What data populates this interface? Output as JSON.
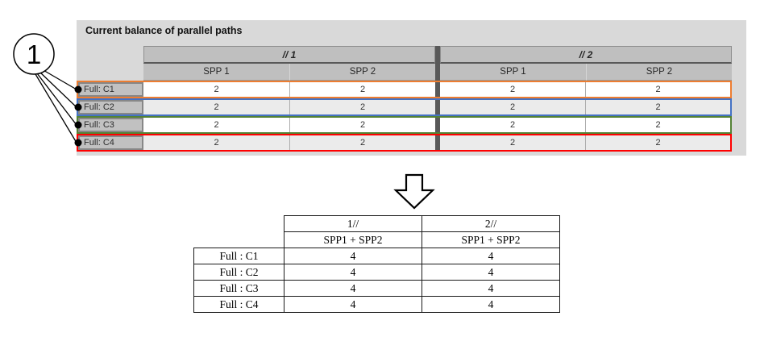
{
  "figure": {
    "callout": {
      "label": "1"
    },
    "source_table": {
      "title": "Current balance of parallel paths",
      "groups": [
        {
          "label": "// 1",
          "sub": [
            "SPP 1",
            "SPP 2"
          ]
        },
        {
          "label": "// 2",
          "sub": [
            "SPP 1",
            "SPP 2"
          ]
        }
      ],
      "rows": [
        {
          "label": "Full: C1",
          "values": [
            "2",
            "2",
            "2",
            "2"
          ],
          "highlight": "#ED7D31"
        },
        {
          "label": "Full: C2",
          "values": [
            "2",
            "2",
            "2",
            "2"
          ],
          "highlight": "#4472C4"
        },
        {
          "label": "Full: C3",
          "values": [
            "2",
            "2",
            "2",
            "2"
          ],
          "highlight": "#548235"
        },
        {
          "label": "Full: C4",
          "values": [
            "2",
            "2",
            "2",
            "2"
          ],
          "highlight": "#FF0000"
        }
      ]
    },
    "result_table": {
      "col_headers": [
        "1//",
        "2//"
      ],
      "sub_headers": [
        "SPP1 + SPP2",
        "SPP1 + SPP2"
      ],
      "rows": [
        {
          "label": "Full : C1",
          "values": [
            "4",
            "4"
          ]
        },
        {
          "label": "Full : C2",
          "values": [
            "4",
            "4"
          ]
        },
        {
          "label": "Full : C3",
          "values": [
            "4",
            "4"
          ]
        },
        {
          "label": "Full : C4",
          "values": [
            "4",
            "4"
          ]
        }
      ]
    },
    "colors": {
      "panel_bg": "#D9D9D9",
      "header_bg": "#BFBFBF",
      "row_alt_bg": "#EBEBEB",
      "group_divider": "#595959",
      "highlight_c1": "#ED7D31",
      "highlight_c2": "#4472C4",
      "highlight_c3": "#548235",
      "highlight_c4": "#FF0000"
    }
  }
}
